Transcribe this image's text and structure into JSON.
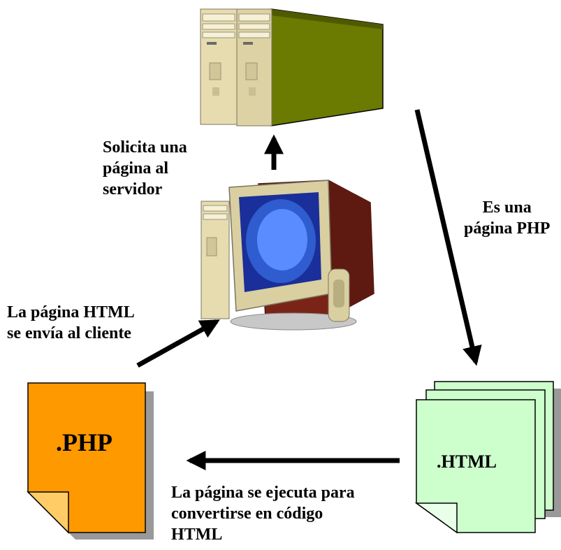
{
  "colors": {
    "server_panel": "#6b7a00",
    "server_case": "#e6dcb0",
    "monitor_body": "#7a2418",
    "screen_inner": "#5a8cff",
    "php_document": "#ff9900",
    "html_document": "#ccffcc",
    "arrow": "#000000",
    "shadow": "#999999"
  },
  "icons": {
    "server": "server-tower-icon",
    "client": "desktop-computer-icon",
    "php_file": "php-document-icon",
    "html_file": "html-document-stack-icon"
  },
  "labels": {
    "request": [
      "Solicita una",
      "página al",
      "servidor"
    ],
    "is_php": [
      "Es una",
      "página PHP"
    ],
    "send_html": [
      "La página HTML",
      "se envía al cliente"
    ],
    "execute": [
      "La página se ejecuta para",
      "convertirse en código",
      "HTML"
    ]
  },
  "documents": {
    "php": ".PHP",
    "html": ".HTML"
  }
}
